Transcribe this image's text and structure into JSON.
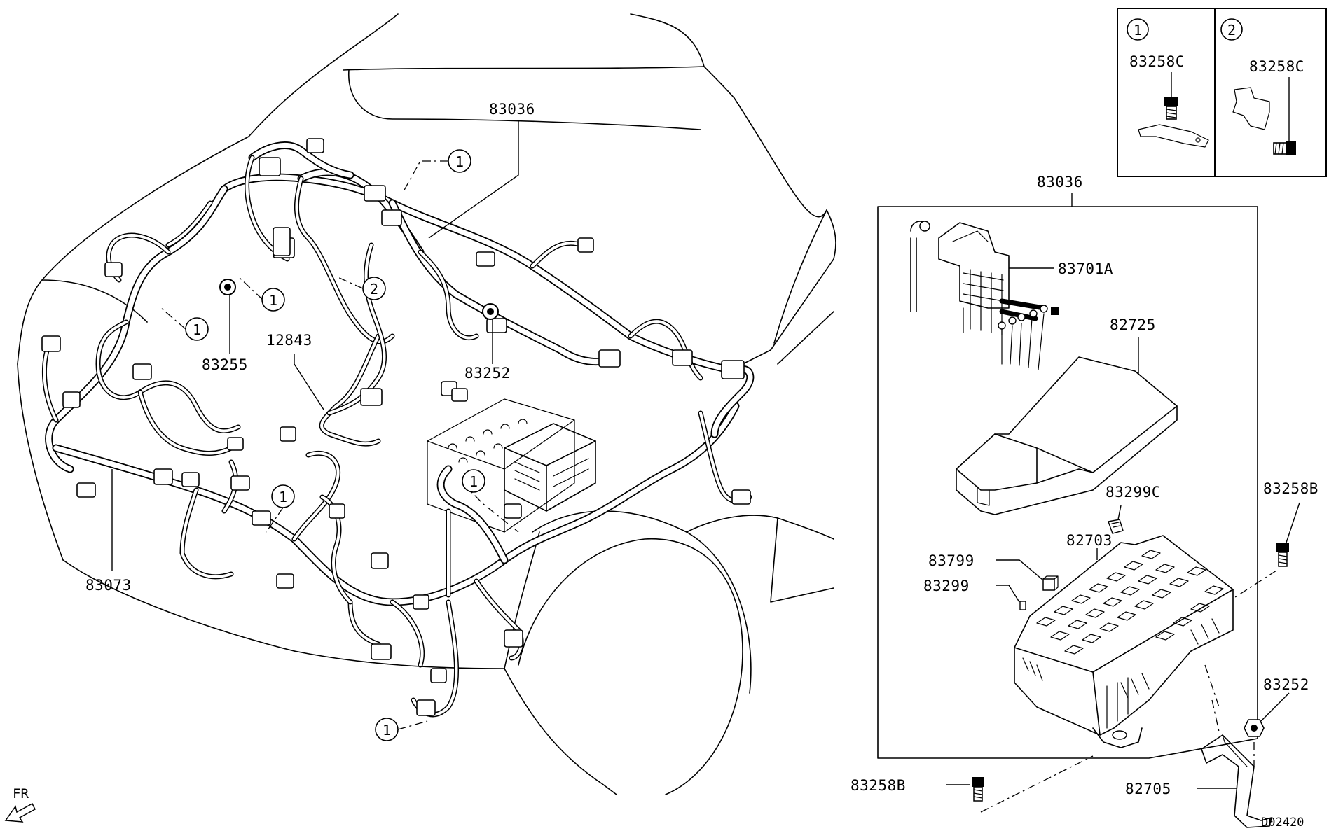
{
  "parts": {
    "p83036_car": "83036",
    "p83255": "83255",
    "p12843": "12843",
    "p83252_car": "83252",
    "p83073": "83073",
    "p83036_box": "83036",
    "p83701A": "83701A",
    "p82725": "82725",
    "p83299C": "83299C",
    "p82703": "82703",
    "p83799": "83799",
    "p83299": "83299",
    "p83258B_right": "83258B",
    "p83252_right": "83252",
    "p83258B_bottom": "83258B",
    "p82705": "82705",
    "p83258C_detail1": "83258C",
    "p83258C_detail2": "83258C"
  },
  "callouts": {
    "one": "1",
    "two": "2"
  },
  "detail_panels": {
    "panel1_number": "1",
    "panel2_number": "2"
  },
  "orientation": {
    "front_label": "FR"
  },
  "drawing_code": "D02420",
  "colors": {
    "line": "#000000",
    "background": "#ffffff"
  }
}
